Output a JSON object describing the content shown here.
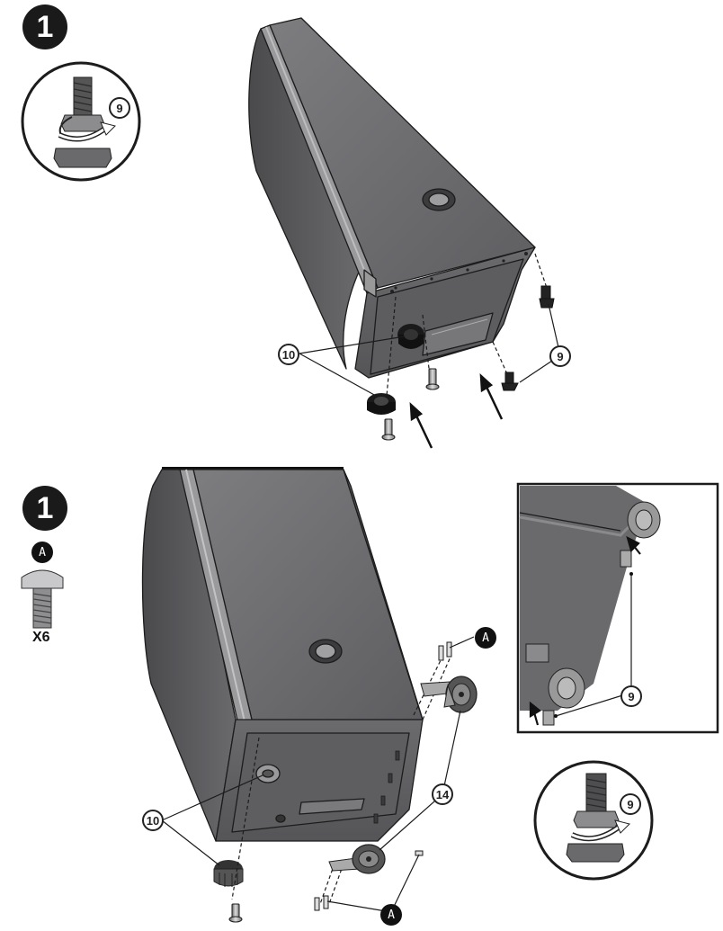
{
  "steps": [
    {
      "number": "1"
    },
    {
      "number": "1"
    }
  ],
  "callouts": {
    "nut": "9",
    "foot": "10",
    "caster": "14",
    "bolt_letter": "A"
  },
  "hardware": {
    "letter": "A",
    "quantity": "X6"
  },
  "colors": {
    "body": "#6f6f72",
    "body_dark": "#4c4c4f",
    "body_light": "#8d8d90",
    "line": "#1c1c1c",
    "badge": "#1a1a1a"
  },
  "icons": [
    "bolt-icon",
    "nut-rotate-icon",
    "arrow-icon",
    "caster-wheel-icon",
    "leveling-foot-icon"
  ]
}
